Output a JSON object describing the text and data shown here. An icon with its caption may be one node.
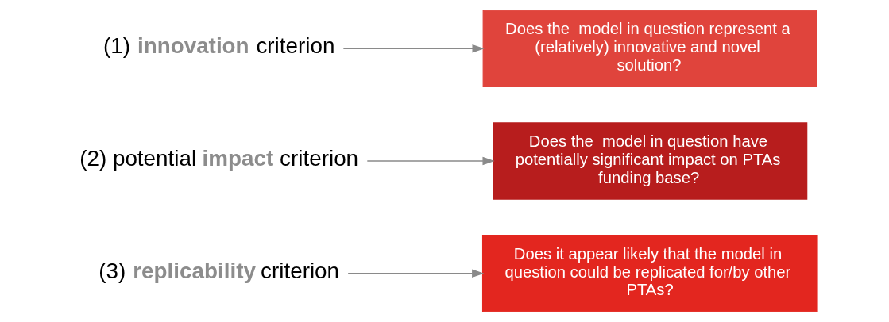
{
  "diagram": {
    "nodes": [
      {
        "text": [
          "(1) **innovation** criterion"
        ]
      },
      {
        "text": [
          "Does the  model in question represent a (relatively) innovative and novel solution?"
        ]
      },
      {
        "text": [
          "(2) potential **impact** criterion"
        ]
      },
      {
        "text": [
          "Does the  model in question have potentially significant impact on PTAs funding base?"
        ]
      },
      {
        "text": [
          "(3) **replicability** criterion"
        ]
      },
      {
        "text": [
          "Does it appear likely that the model in question could be replicated for/by other PTAs?"
        ]
      }
    ],
    "edges": [
      {
        "from": 0,
        "to": 1,
        "arrow": "to"
      },
      {
        "from": 2,
        "to": 3,
        "arrow": "to"
      },
      {
        "from": 4,
        "to": 5,
        "arrow": "to"
      }
    ]
  }
}
